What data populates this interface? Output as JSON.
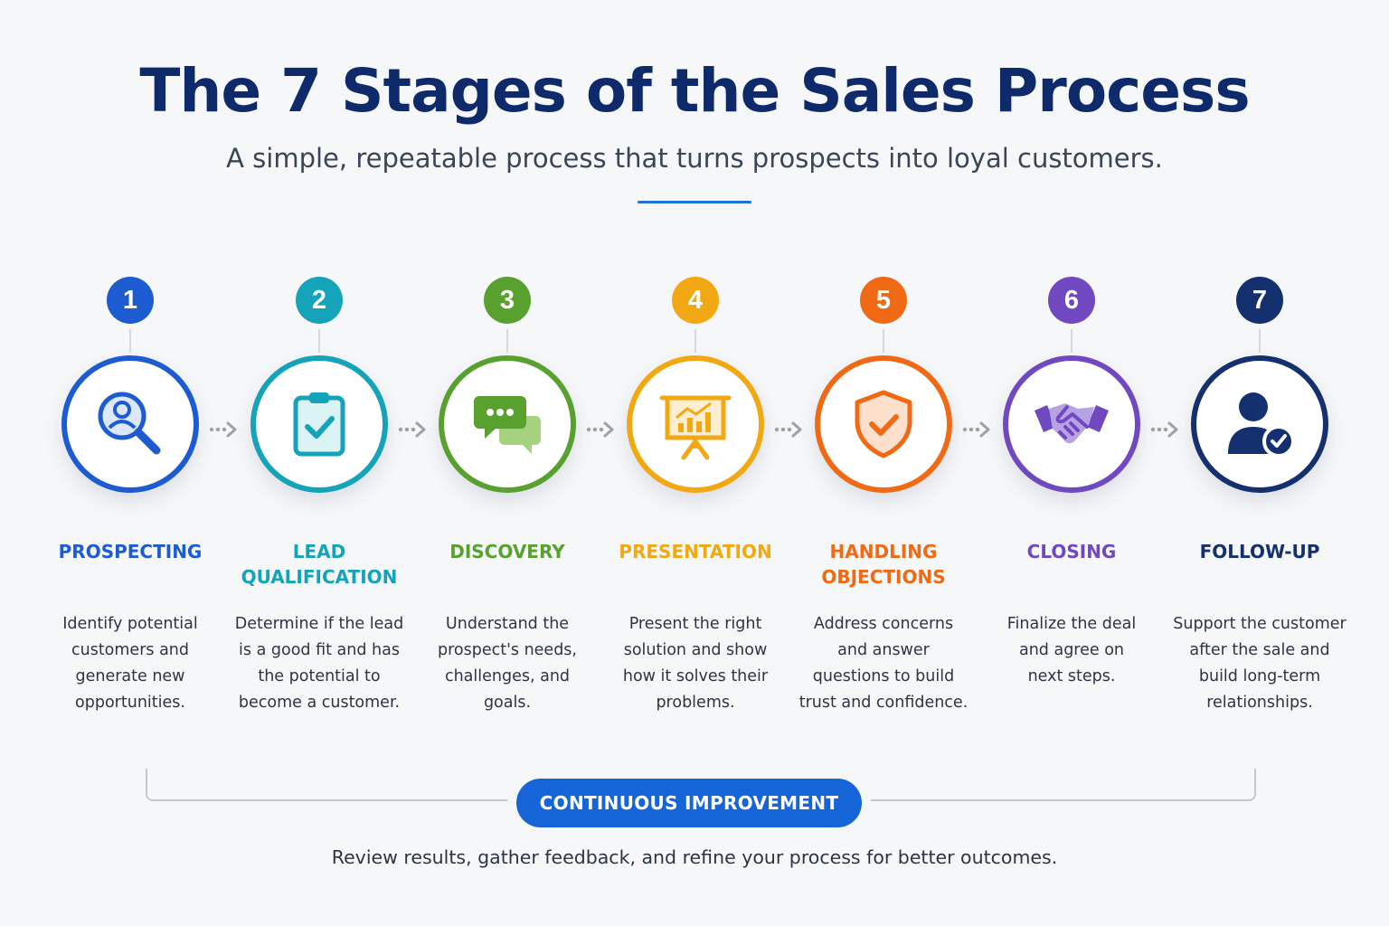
{
  "header": {
    "title": "The 7 Stages of the Sales Process",
    "subtitle": "A simple, repeatable process that turns prospects into loyal customers."
  },
  "stages": [
    {
      "number": "1",
      "label": "PROSPECTING",
      "description": "Identify potential\ncustomers and\ngenerate new\nopportunities.",
      "color": "#1d5bd1",
      "icon": "search-person-icon"
    },
    {
      "number": "2",
      "label": "LEAD\nQUALIFICATION",
      "description": "Determine if the lead\nis a good fit and has\nthe potential to\nbecome a customer.",
      "color": "#14a3b8",
      "icon": "clipboard-check-icon"
    },
    {
      "number": "3",
      "label": "DISCOVERY",
      "description": "Understand the\nprospect's needs,\nchallenges, and\ngoals.",
      "color": "#58a12f",
      "icon": "chat-bubbles-icon"
    },
    {
      "number": "4",
      "label": "PRESENTATION",
      "description": "Present the right\nsolution and show\nhow it solves their\nproblems.",
      "color": "#f2a813",
      "icon": "presentation-board-icon"
    },
    {
      "number": "5",
      "label": "HANDLING\nOBJECTIONS",
      "description": "Address concerns\nand answer\nquestions to build\ntrust and confidence.",
      "color": "#f06a15",
      "icon": "shield-check-icon"
    },
    {
      "number": "6",
      "label": "CLOSING",
      "description": "Finalize the deal\nand agree on\nnext steps.",
      "color": "#7048bf",
      "icon": "handshake-icon"
    },
    {
      "number": "7",
      "label": "FOLLOW-UP",
      "description": "Support the customer\nafter the sale and\nbuild long-term\nrelationships.",
      "color": "#14306e",
      "icon": "user-check-icon"
    }
  ],
  "footer": {
    "badge": "CONTINUOUS IMPROVEMENT",
    "text": "Review results, gather feedback, and refine your process for better outcomes."
  },
  "colors": {
    "title": "#0f2a6b",
    "accent": "#1565d8",
    "arrow": "#9aa1ad"
  }
}
